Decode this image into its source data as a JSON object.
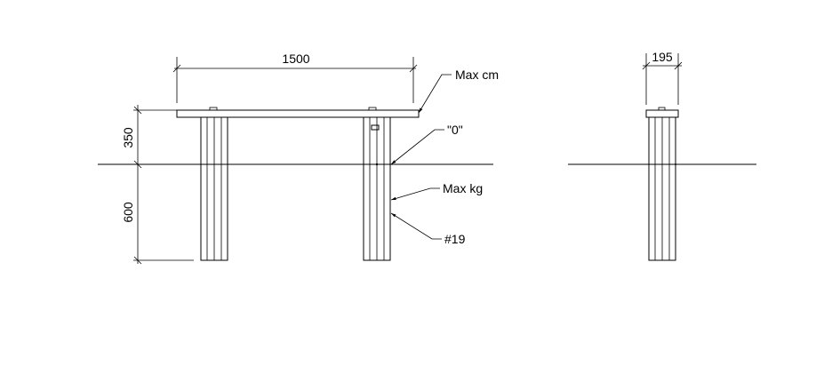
{
  "front_view": {
    "width_dim": "1500",
    "height_above_dim": "350",
    "height_below_dim": "600",
    "callouts": {
      "max_cm": "Max cm",
      "zero": "\"0\"",
      "max_kg": "Max kg",
      "part_no": "#19"
    }
  },
  "side_view": {
    "depth_dim": "195"
  }
}
